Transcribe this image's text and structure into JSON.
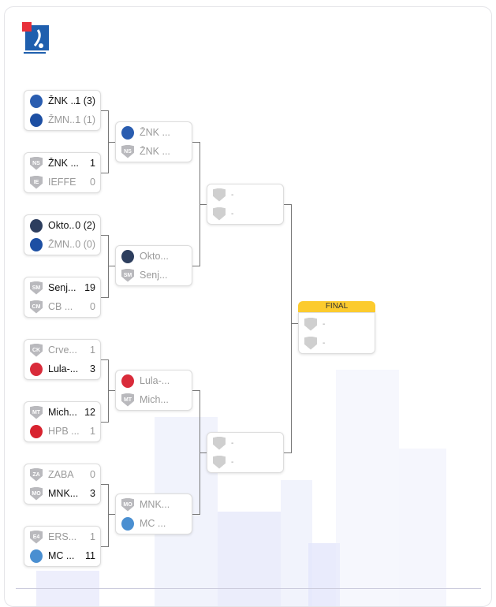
{
  "final_label": "FINAL",
  "colors": {
    "final_header": "#fccb2e"
  },
  "rounds": [
    [
      {
        "teams": [
          {
            "name": "ŽNK ...",
            "score": "1 (3)",
            "win": true,
            "logo": "dinamo"
          },
          {
            "name": "ŽMN...",
            "score": "1 (1)",
            "win": false,
            "logo": "blue-crest"
          }
        ]
      },
      {
        "teams": [
          {
            "name": "ŽNK ...",
            "score": "1",
            "win": true,
            "logo": "NS"
          },
          {
            "name": "IEFFE",
            "score": "0",
            "win": false,
            "logo": "IE"
          }
        ]
      },
      {
        "teams": [
          {
            "name": "Okto...",
            "score": "0 (2)",
            "win": true,
            "logo": "navy-ball"
          },
          {
            "name": "ŽMN...",
            "score": "0 (0)",
            "win": false,
            "logo": "blue-crest"
          }
        ]
      },
      {
        "teams": [
          {
            "name": "Senj...",
            "score": "19",
            "win": true,
            "logo": "SM"
          },
          {
            "name": "CB ...",
            "score": "0",
            "win": false,
            "logo": "CM"
          }
        ]
      },
      {
        "teams": [
          {
            "name": "Crve...",
            "score": "1",
            "win": false,
            "logo": "CK"
          },
          {
            "name": "Lula-...",
            "score": "3",
            "win": true,
            "logo": "croatia"
          }
        ]
      },
      {
        "teams": [
          {
            "name": "Mich...",
            "score": "12",
            "win": true,
            "logo": "MT"
          },
          {
            "name": "HPB ...",
            "score": "1",
            "win": false,
            "logo": "red-circle"
          }
        ]
      },
      {
        "teams": [
          {
            "name": "ZABA",
            "score": "0",
            "win": false,
            "logo": "ZA"
          },
          {
            "name": "MNK...",
            "score": "3",
            "win": true,
            "logo": "MO"
          }
        ]
      },
      {
        "teams": [
          {
            "name": "ERS...",
            "score": "1",
            "win": false,
            "logo": "E4"
          },
          {
            "name": "MC ...",
            "score": "11",
            "win": true,
            "logo": "light-blue-crest"
          }
        ]
      }
    ],
    [
      {
        "teams": [
          {
            "name": "ŽNK ...",
            "score": "",
            "win": false,
            "logo": "dinamo"
          },
          {
            "name": "ŽNK ...",
            "score": "",
            "win": false,
            "logo": "NS"
          }
        ]
      },
      {
        "teams": [
          {
            "name": "Okto...",
            "score": "",
            "win": false,
            "logo": "navy-ball"
          },
          {
            "name": "Senj...",
            "score": "",
            "win": false,
            "logo": "SM"
          }
        ]
      },
      {
        "teams": [
          {
            "name": "Lula-...",
            "score": "",
            "win": false,
            "logo": "croatia"
          },
          {
            "name": "Mich...",
            "score": "",
            "win": false,
            "logo": "MT"
          }
        ]
      },
      {
        "teams": [
          {
            "name": "MNK...",
            "score": "",
            "win": false,
            "logo": "MO"
          },
          {
            "name": "MC ...",
            "score": "",
            "win": false,
            "logo": "light-blue-crest"
          }
        ]
      }
    ],
    [
      {
        "teams": [
          {
            "name": "-",
            "score": "",
            "win": false,
            "logo": "empty"
          },
          {
            "name": "-",
            "score": "",
            "win": false,
            "logo": "empty"
          }
        ]
      },
      {
        "teams": [
          {
            "name": "-",
            "score": "",
            "win": false,
            "logo": "empty"
          },
          {
            "name": "-",
            "score": "",
            "win": false,
            "logo": "empty"
          }
        ]
      }
    ],
    [
      {
        "teams": [
          {
            "name": "-",
            "score": "",
            "win": false,
            "logo": "empty"
          },
          {
            "name": "-",
            "score": "",
            "win": false,
            "logo": "empty"
          }
        ]
      }
    ]
  ]
}
